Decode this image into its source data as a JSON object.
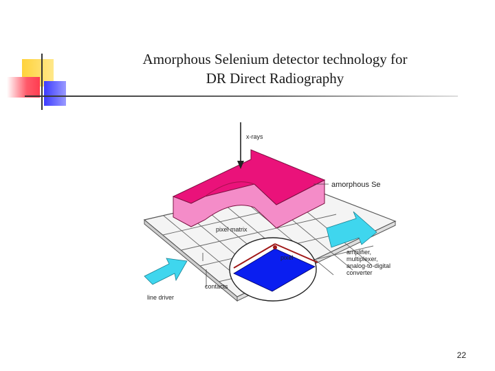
{
  "slide": {
    "title_line1": "Amorphous Selenium detector technology for",
    "title_line2": "DR Direct Radiography",
    "page_number": "22"
  },
  "diagram": {
    "labels": {
      "xrays": "x-rays",
      "amorphous_se": "amorphous Se",
      "pixel_matrix": "pixel matrix",
      "pixel": "pixel",
      "contacts": "contacts",
      "line_driver": "line driver",
      "amp_line1": "amplifier,",
      "amp_line2": "multiplexer,",
      "amp_line3": "analog-to-digital",
      "amp_line4": "converter"
    },
    "colors": {
      "selenium_top": "#ea127a",
      "selenium_side": "#f48cc8",
      "arrow": "#3fd6ee",
      "pixel": "#0a1ef0",
      "deco_yellow": "#ffd23c",
      "deco_red": "#ff3c50",
      "deco_blue": "#3c3cff"
    }
  }
}
